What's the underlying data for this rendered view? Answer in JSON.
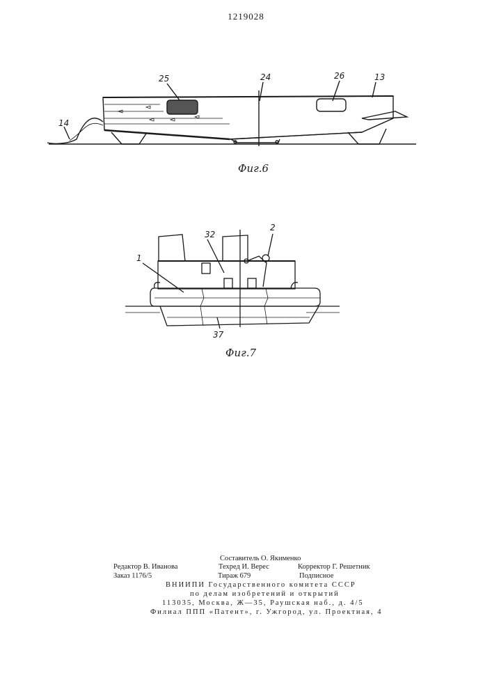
{
  "patent_number": "1219028",
  "figures": [
    {
      "caption": "Фиг.6",
      "labels": [
        "25",
        "24",
        "26",
        "13",
        "14"
      ]
    },
    {
      "caption": "Фиг.7",
      "labels": [
        "32",
        "2",
        "1",
        "37"
      ]
    }
  ],
  "imprint": {
    "compiler": "Составитель О. Якименко",
    "editor": "Редактор В. Иванова",
    "tech_editor": "Техред И. Верес",
    "proofreader": "Корректор Г. Решетник",
    "order": "Заказ 1176/5",
    "circulation": "Тираж 679",
    "subscription": "Подписное",
    "org_line1": "ВНИИПИ Государственного комитета СССР",
    "org_line2": "по делам изобретений и открытий",
    "address": "113035, Москва, Ж—35, Раушская наб., д. 4/5",
    "branch": "Филиал ППП «Патент», г. Ужгород, ул. Проектная, 4"
  }
}
